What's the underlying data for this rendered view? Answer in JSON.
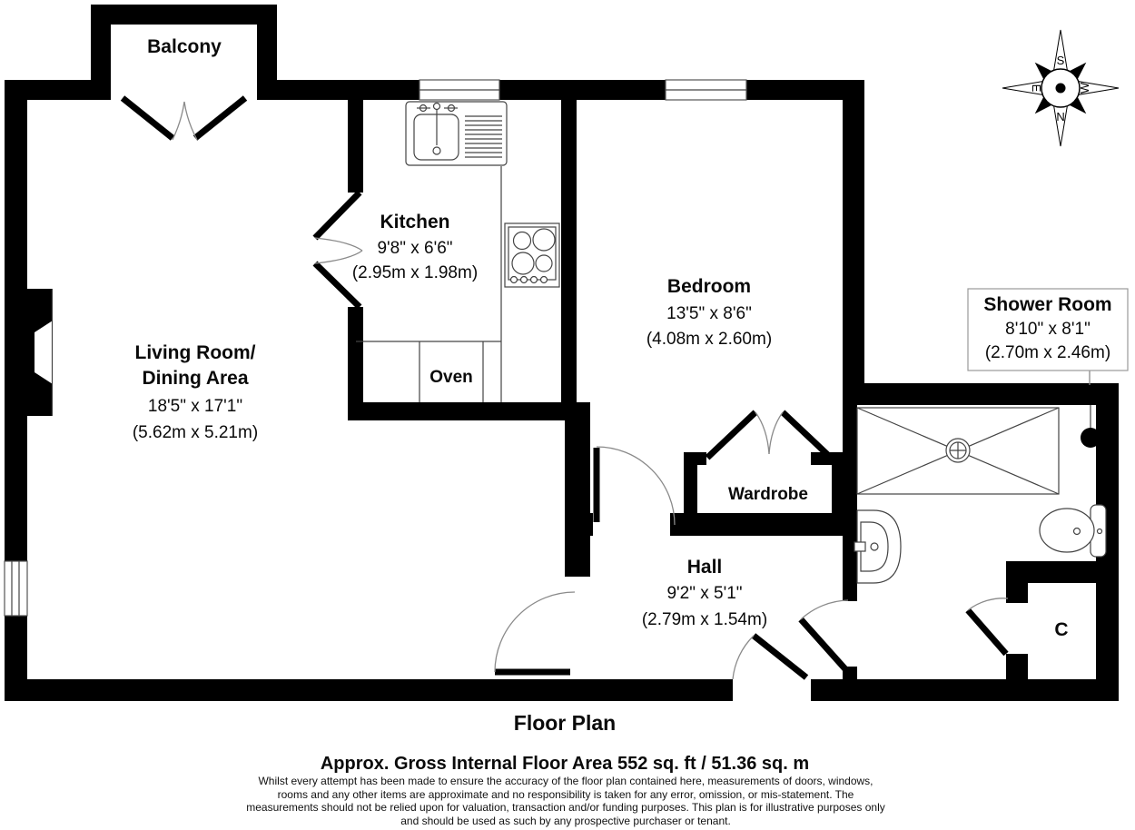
{
  "footer": {
    "plan_title": "Floor Plan",
    "area_summary": "Approx. Gross Internal Floor Area 552 sq. ft / 51.36 sq. m",
    "disclaimer": "Whilst every attempt has been made to ensure the accuracy of the floor plan contained here, measurements of doors, windows, rooms and any other items are approximate and no responsibility is taken for any error, omission, or mis-statement. The measurements should not be relied upon for valuation, transaction and/or funding purposes. This plan is for illustrative purposes only and should be used as such by any prospective purchaser or tenant."
  },
  "rooms": {
    "balcony": {
      "name": "Balcony"
    },
    "living_room": {
      "name_line1": "Living Room/",
      "name_line2": "Dining Area",
      "size_imperial": "18'5\" x 17'1\"",
      "size_metric": "(5.62m x 5.21m)"
    },
    "kitchen": {
      "name": "Kitchen",
      "size_imperial": "9'8\" x 6'6\"",
      "size_metric": "(2.95m x 1.98m)"
    },
    "bedroom": {
      "name": "Bedroom",
      "size_imperial": "13'5\" x 8'6\"",
      "size_metric": "(4.08m x 2.60m)"
    },
    "hall": {
      "name": "Hall",
      "size_imperial": "9'2\" x 5'1\"",
      "size_metric": "(2.79m x 1.54m)"
    },
    "shower_room": {
      "name": "Shower Room",
      "size_imperial": "8'10\" x 8'1\"",
      "size_metric": "(2.70m x 2.46m)"
    },
    "wardrobe": {
      "name": "Wardrobe"
    },
    "cupboard": {
      "name": "C"
    },
    "oven": {
      "name": "Oven"
    }
  },
  "compass": {
    "n": "N",
    "s": "S",
    "e": "E",
    "w": "W"
  },
  "colors": {
    "wall": "#000000",
    "background": "#ffffff",
    "fixture_line": "#444444",
    "door_arc": "#8a8a8a"
  }
}
